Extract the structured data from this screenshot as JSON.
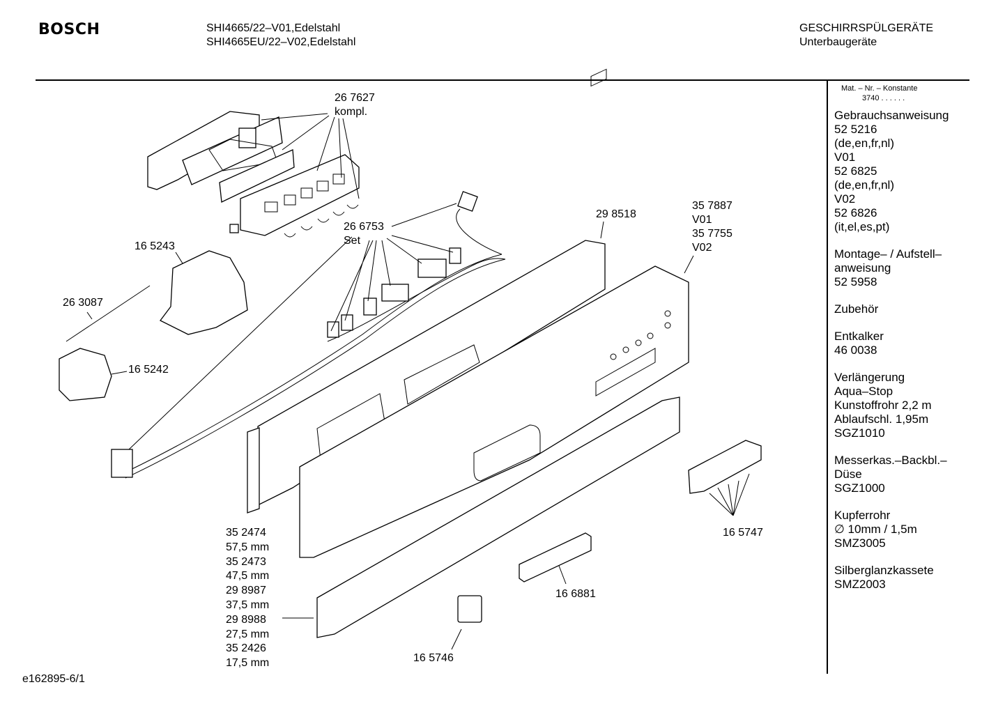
{
  "header": {
    "brand": "BOSCH",
    "model_line_1": "SHI4665/22–V01,Edelstahl",
    "model_line_2": "SHI4665EU/22–V02,Edelstahl",
    "category_line_1": "GESCHIRRSPÜLGERÄTE",
    "category_line_2": "Unterbaugeräte"
  },
  "sidebar": {
    "mat_label": "Mat. – Nr. – Konstante",
    "mat_value": "3740  .  .    .  .  .  .",
    "blocks": [
      [
        "Gebrauchsanweisung",
        "52 5216",
        "(de,en,fr,nl)",
        "V01",
        "52 6825",
        "(de,en,fr,nl)",
        "V02",
        "52 6826",
        "(it,el,es,pt)"
      ],
      [
        "Montage– / Aufstell–",
        "anweisung",
        "52 5958"
      ],
      [
        "Zubehör"
      ],
      [
        "Entkalker",
        "46 0038"
      ],
      [
        "Verlängerung",
        "Aqua–Stop",
        "Kunstoffrohr 2,2 m",
        "Ablaufschl. 1,95m",
        "SGZ1010"
      ],
      [
        "Messerkas.–Backbl.–",
        "Düse",
        "SGZ1000"
      ],
      [
        "Kupferrohr",
        "∅ 10mm / 1,5m",
        "SMZ3005"
      ],
      [
        "Silberglanzkassete",
        "SMZ2003"
      ]
    ]
  },
  "labels": {
    "p267627_a": "26 7627",
    "p267627_b": "kompl.",
    "p266753_a": "26 6753",
    "p266753_b": "Set",
    "p298518": "29 8518",
    "p357887_a": "35 7887",
    "p357887_b": "V01",
    "p357887_c": "35 7755",
    "p357887_d": "V02",
    "p165243": "16 5243",
    "p263087": "26 3087",
    "p165242": "16 5242",
    "p165747": "16 5747",
    "p166881": "16 6881",
    "p165746": "16 5746",
    "sizes": [
      "35 2474",
      "57,5 mm",
      "35 2473",
      "47,5 mm",
      "29 8987",
      "37,5 mm",
      "29 8988",
      "27,5 mm",
      "35 2426",
      "17,5 mm"
    ]
  },
  "footer": {
    "code": "e162895-6/1"
  }
}
